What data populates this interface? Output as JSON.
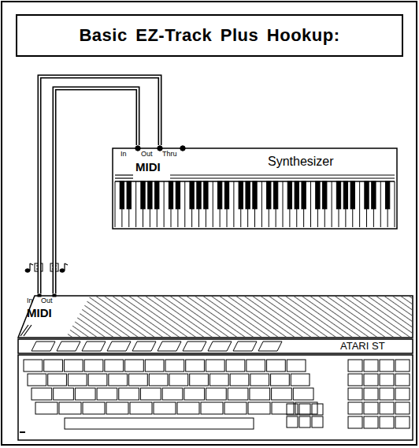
{
  "diagram": {
    "title": "Basic EZ-Track Plus Hookup:",
    "nodes": [
      {
        "text": [
          "In",
          "Out",
          "Thru",
          "MIDI",
          "Synthesizer"
        ]
      },
      {
        "text": [
          "In",
          "Out",
          "MIDI",
          "ATARI ST"
        ]
      }
    ],
    "edges": [
      {
        "from": 1,
        "to": 0,
        "arrow": "none"
      },
      {
        "from": 0,
        "to": 1,
        "arrow": "none"
      }
    ]
  }
}
